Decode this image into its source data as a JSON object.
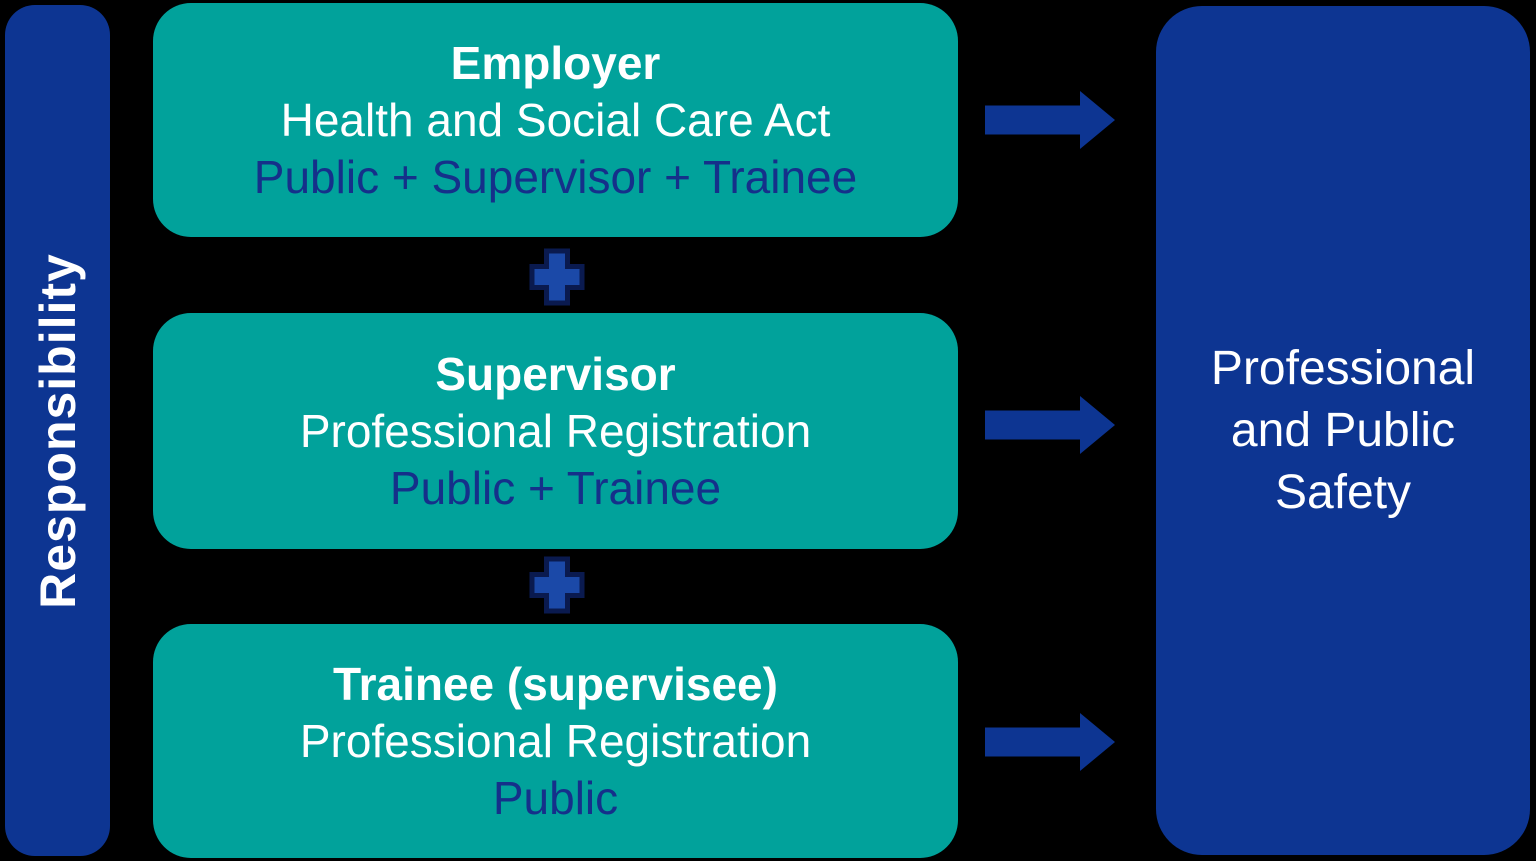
{
  "diagram_title": "Responsibility",
  "colors": {
    "background": "#000000",
    "teal_box": "#01A29B",
    "dark_blue": "#0D3592",
    "plus_fill": "#1B49A8",
    "plus_outline": "#0A1A4F",
    "navy_text": "#15308A",
    "white_text": "#FFFFFF"
  },
  "sidebar": {
    "label": "Responsibility"
  },
  "boxes": [
    {
      "title": "Employer",
      "line2": "Health and Social Care Act",
      "line3": "Public + Supervisor + Trainee"
    },
    {
      "title": "Supervisor",
      "line2": "Professional Registration",
      "line3": "Public + Trainee"
    },
    {
      "title": "Trainee (supervisee)",
      "line2": "Professional Registration",
      "line3": "Public"
    }
  ],
  "icons": {
    "plus": "plus-icon",
    "arrow": "arrow-right-icon"
  },
  "result_box": {
    "text": "Professional and Public Safety",
    "lines": [
      "Professional",
      "and Public",
      "Safety"
    ]
  }
}
